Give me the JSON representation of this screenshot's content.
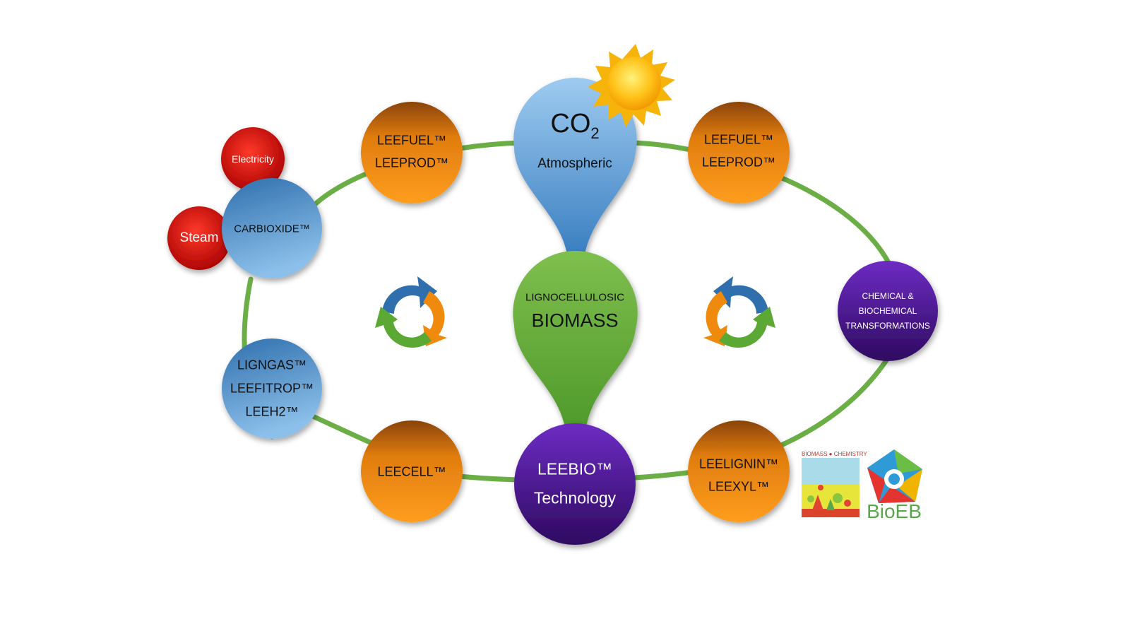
{
  "co2": {
    "main": "CO",
    "sub": "2",
    "label": "Atmospheric"
  },
  "biomass": {
    "line1": "LIGNOCELLULOSIC",
    "line2": "BIOMASS"
  },
  "leebio": {
    "line1": "LEEBIO™",
    "line2": "Technology"
  },
  "nodes": {
    "leefuel_left": {
      "line1": "LEEFUEL™",
      "line2": "LEEPROD™"
    },
    "leefuel_right": {
      "line1": "LEEFUEL™",
      "line2": "LEEPROD™"
    },
    "carbioxide": {
      "label": "CARBIOXIDE™"
    },
    "electricity": {
      "label": "Electricity"
    },
    "steam": {
      "label": "Steam"
    },
    "lingas": {
      "line1": "LIGNGAS™",
      "line2": "LEEFITROP™",
      "line3": "LEEH2™"
    },
    "leecell": {
      "label": "LEECELL™"
    },
    "chemical": {
      "line1": "CHEMICAL &",
      "line2": "BIOCHEMICAL",
      "line3": "TRANSFORMATIONS"
    },
    "leelignin": {
      "line1": "LEELIGNIN™",
      "line2": "LEEXYL™"
    }
  },
  "logos": {
    "biomass_chemistry": "BIOMASS ● CHEMISTRY",
    "bioeb": "BioEB"
  },
  "colors": {
    "ring": "#6aae45",
    "orange": "#f08a0c",
    "blue": "#4a8cc8",
    "purple": "#4b1690",
    "red": "#e01010",
    "green": "#66ae3e",
    "sky": "#7fb7e6"
  }
}
